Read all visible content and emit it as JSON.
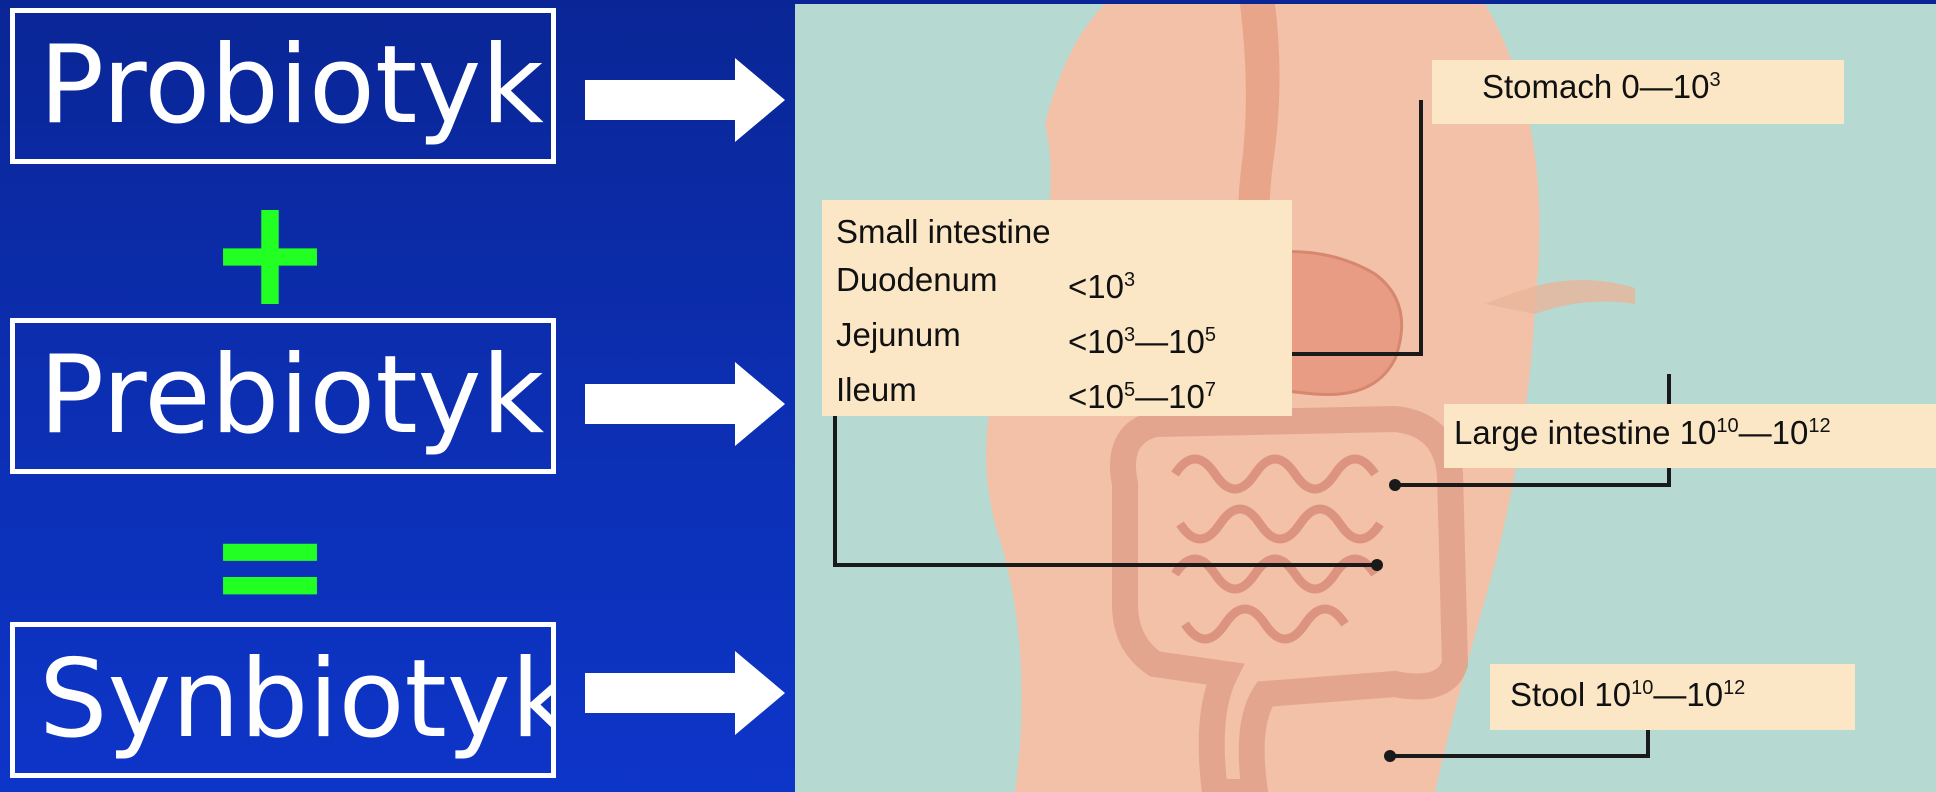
{
  "left": {
    "terms": [
      "Probiotyki",
      "Prebiotyki",
      "Synbiotyki"
    ],
    "plus": "+",
    "equals": "="
  },
  "diagram": {
    "stomach": {
      "name": "Stomach",
      "range_a": "0—10",
      "exp_a": "3"
    },
    "small_intestine": {
      "title": "Small intestine",
      "duodenum": {
        "name": "Duodenum",
        "pre": "<10",
        "exp": "3"
      },
      "jejunum": {
        "name": "Jejunum",
        "pre": "<10",
        "exp1": "3",
        "mid": "—10",
        "exp2": "5"
      },
      "ileum": {
        "name": "Ileum",
        "pre": "<10",
        "exp1": "5",
        "mid": "—10",
        "exp2": "7"
      }
    },
    "large_intestine": {
      "name": "Large intestine 10",
      "exp1": "10",
      "mid": "—10",
      "exp2": "12"
    },
    "stool": {
      "name": "Stool 10",
      "exp1": "10",
      "mid": "—10",
      "exp2": "12"
    }
  },
  "colors": {
    "background": "#0c2fb4",
    "operator": "#22ff22",
    "panel": "#b6dad2",
    "skin": "#f2c1a8",
    "label_bg": "#fbe7c6"
  }
}
